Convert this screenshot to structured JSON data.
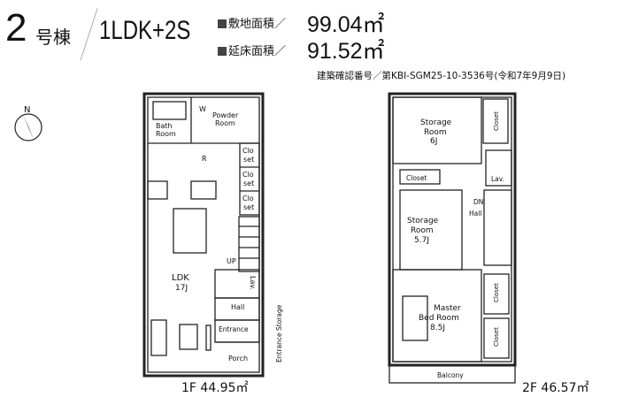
{
  "header": {
    "building_number": "2",
    "building_suffix": "号棟",
    "layout_type": "1LDK+2S",
    "site_area_label": "敷地面積／",
    "site_area_value": "99.04㎡",
    "floor_area_label": "延床面積／",
    "floor_area_value": "91.52㎡",
    "permit": "建築確認番号／第KBI-SGM25-10-3536号(令和7年9月9日)"
  },
  "compass": {
    "label": "N"
  },
  "floor1": {
    "caption": "1F 44.95㎡",
    "rooms": {
      "bath": [
        "Bath",
        "Room"
      ],
      "washer": "W",
      "powder": [
        "Powder",
        "Room"
      ],
      "fridge": "R",
      "closet": [
        "Clo",
        "set"
      ],
      "ldk": [
        "LDK",
        "17J"
      ],
      "up": "UP",
      "lav": "Lav.",
      "hall": "Hall",
      "entrance": "Entrance",
      "entrance_storage": "Entrance Storage",
      "porch": "Porch"
    }
  },
  "floor2": {
    "caption": "2F 46.57㎡",
    "rooms": {
      "storage1": [
        "Storage",
        "Room",
        "6J"
      ],
      "storage2": [
        "Storage",
        "Room",
        "5.7J"
      ],
      "master": [
        "Master",
        "Bed Room",
        "8.5J"
      ],
      "closet": "Closet",
      "lav": "Lav.",
      "dn": "DN",
      "hall": "Hall",
      "balcony": "Balcony"
    }
  }
}
